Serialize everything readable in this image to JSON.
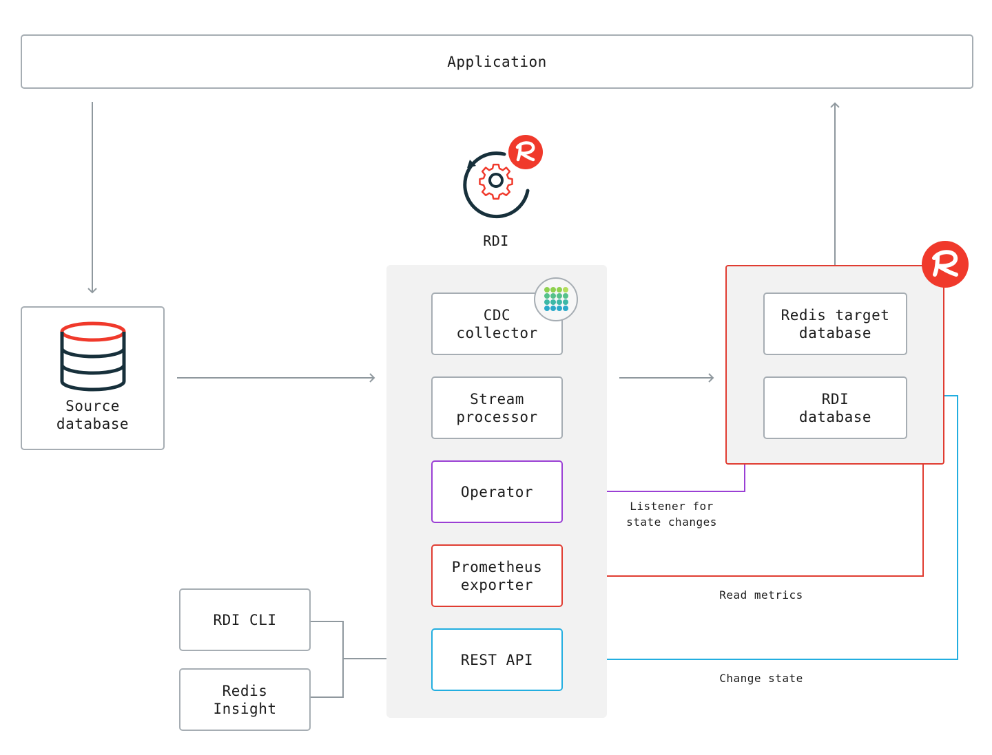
{
  "application": {
    "label": "Application"
  },
  "source": {
    "label": "Source\ndatabase"
  },
  "rdi": {
    "label": "RDI",
    "components": {
      "cdc_collector": "CDC\ncollector",
      "stream_processor": "Stream\nprocessor",
      "operator": "Operator",
      "prometheus_exporter": "Prometheus\nexporter",
      "rest_api": "REST API"
    }
  },
  "target": {
    "redis_target_database": "Redis target\ndatabase",
    "rdi_database": "RDI\ndatabase"
  },
  "clients": {
    "rdi_cli": "RDI CLI",
    "redis_insight": "Redis\nInsight"
  },
  "edge_labels": {
    "listener": "Listener for\nstate changes",
    "read_metrics": "Read metrics",
    "change_state": "Change state"
  },
  "colors": {
    "gray_line": "#8f989e",
    "purple": "#9a3fd4",
    "red": "#e03c31",
    "cyan": "#22aee0",
    "redis_red": "#f0392b",
    "dark": "#17303b"
  },
  "icons": {
    "rdi_logo": "gear-cycle-icon",
    "redis_badge": "redis-logo-icon",
    "debezium_badge": "debezium-logo-icon",
    "source_db": "database-icon"
  }
}
